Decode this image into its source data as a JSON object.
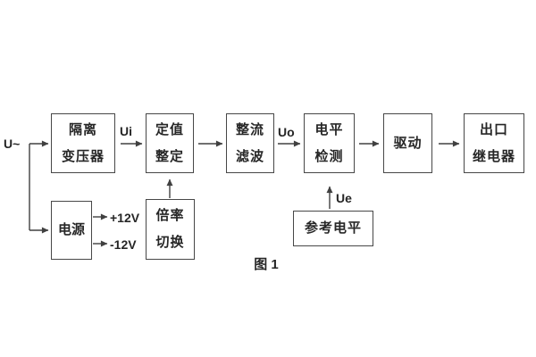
{
  "figure": {
    "caption": "图 1"
  },
  "diagram": {
    "input_label": "U~",
    "blocks": {
      "isolation_transformer": {
        "line1": "隔离",
        "line2": "变压器"
      },
      "setting": {
        "line1": "定值",
        "line2": "整定"
      },
      "rectifier_filter": {
        "line1": "整流",
        "line2": "滤波"
      },
      "level_detection": {
        "line1": "电平",
        "line2": "检测"
      },
      "drive": {
        "line1": "驱动"
      },
      "output_relay": {
        "line1": "出口",
        "line2": "继电器"
      },
      "power_supply": {
        "line1": "电源"
      },
      "ratio_switching": {
        "line1": "倍率",
        "line2": "切换"
      },
      "reference_level": {
        "line1": "参考电平"
      }
    },
    "signal_labels": {
      "ui": "Ui",
      "uo": "Uo",
      "ue": "Ue",
      "plus12": "+12V",
      "minus12": "-12V"
    }
  },
  "colors": {
    "background": "#ffffff",
    "line": "#404040",
    "border": "#474747",
    "text": "#262626"
  }
}
